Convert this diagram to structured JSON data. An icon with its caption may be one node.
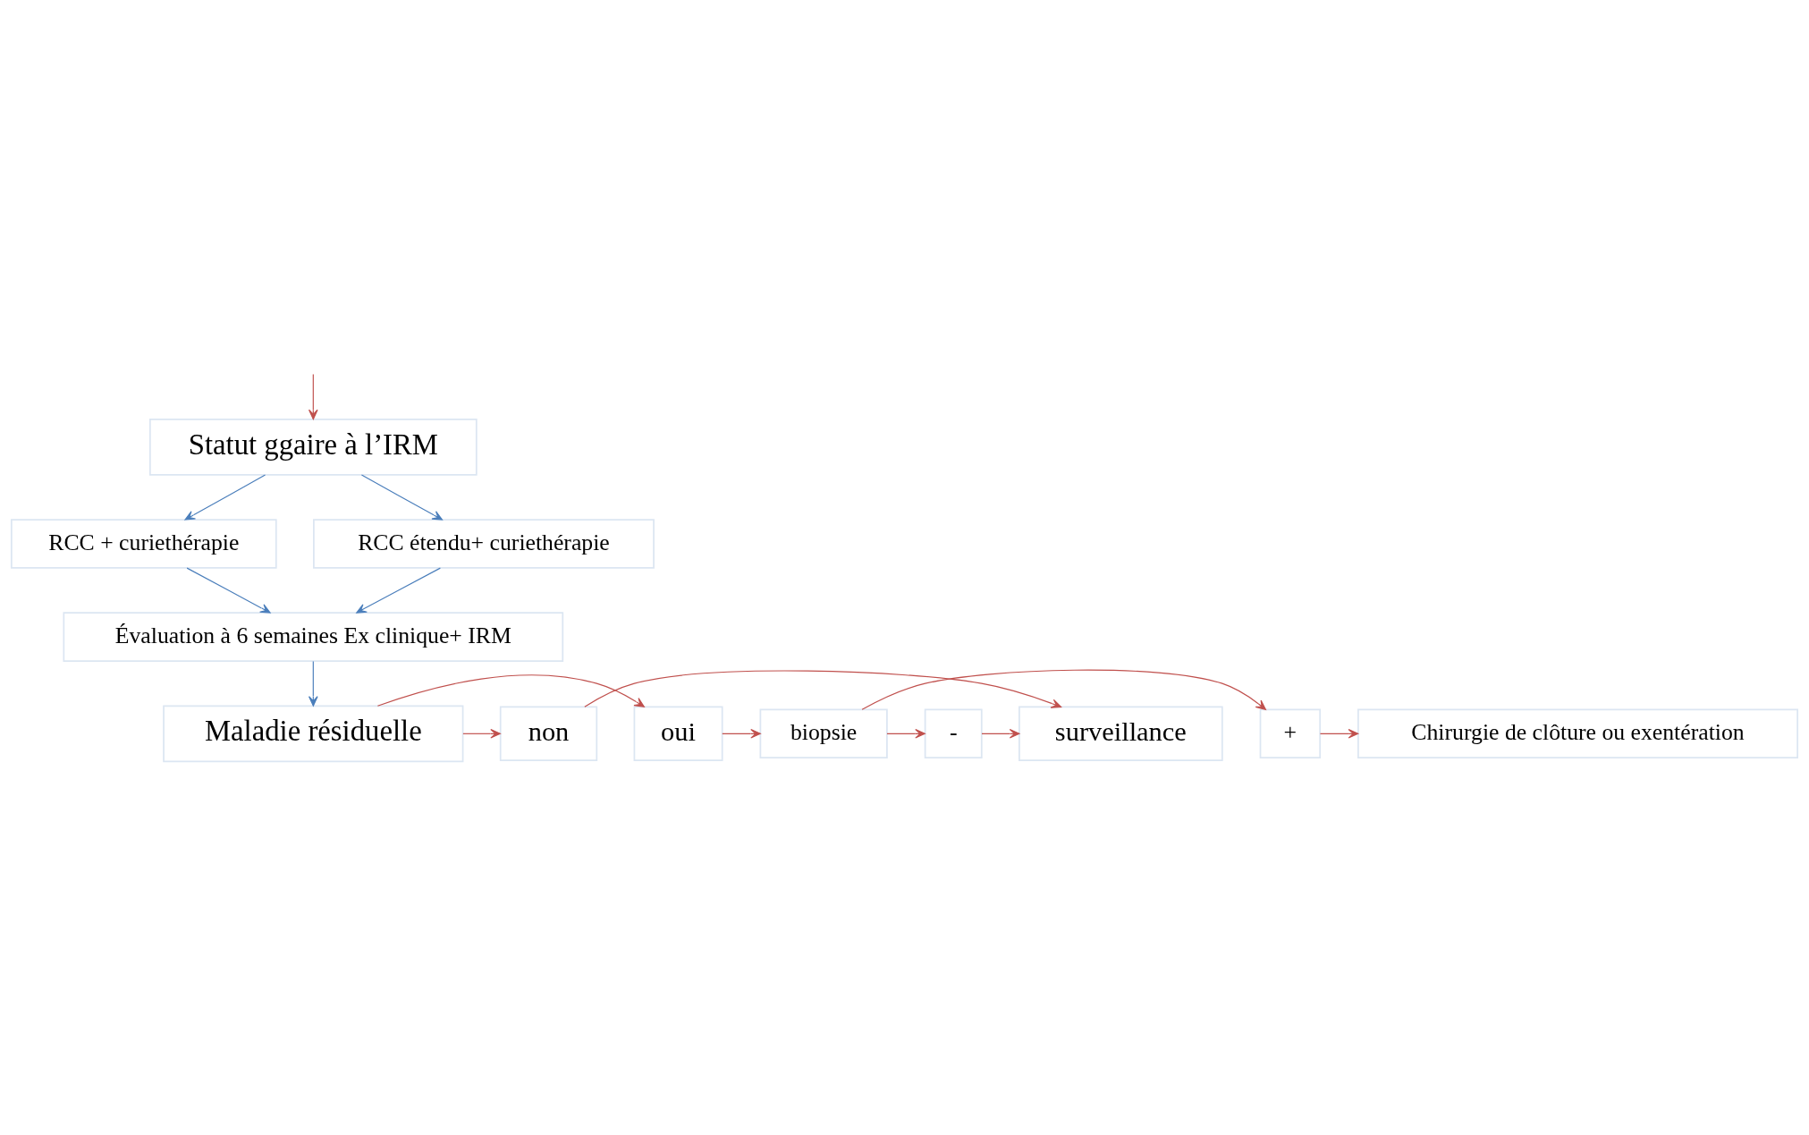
{
  "diagram": {
    "nodes": [
      {
        "text": [
          "Statut ggaire à l’IRM"
        ]
      },
      {
        "text": [
          "RCC + curiethérapie"
        ]
      },
      {
        "text": [
          "RCC étendu+ curiethérapie"
        ]
      },
      {
        "text": [
          "Évaluation à 6 semaines Ex clinique+ IRM"
        ]
      },
      {
        "text": [
          "Maladie résiduelle"
        ]
      },
      {
        "text": [
          "oui"
        ]
      },
      {
        "text": [
          "non"
        ]
      },
      {
        "text": [
          "biopsie"
        ]
      },
      {
        "text": [
          "+"
        ]
      },
      {
        "text": [
          "Chirurgie de clôture ou exentération"
        ]
      },
      {
        "text": [
          "-"
        ]
      },
      {
        "text": [
          "surveillance"
        ]
      }
    ],
    "edges": [
      {
        "from": null,
        "to": 0,
        "arrow": "to"
      },
      {
        "from": 0,
        "to": 1,
        "arrow": "to",
        "color": "#4a7ebb"
      },
      {
        "from": 0,
        "to": 2,
        "arrow": "to",
        "color": "#4a7ebb"
      },
      {
        "from": 1,
        "to": 3,
        "arrow": "to",
        "color": "#4a7ebb"
      },
      {
        "from": 2,
        "to": 3,
        "arrow": "to",
        "color": "#4a7ebb"
      },
      {
        "from": 3,
        "to": 4,
        "arrow": "to",
        "color": "#4a7ebb"
      },
      {
        "from": 4,
        "to": 5,
        "arrow": "to"
      },
      {
        "from": 4,
        "to": 6,
        "arrow": "to"
      },
      {
        "from": 5,
        "to": 7,
        "arrow": "to"
      },
      {
        "from": 7,
        "to": 8,
        "arrow": "to"
      },
      {
        "from": 7,
        "to": 10,
        "arrow": "to"
      },
      {
        "from": 8,
        "to": 9,
        "arrow": "to"
      },
      {
        "from": 10,
        "to": 11,
        "arrow": "to"
      },
      {
        "from": 6,
        "to": 11,
        "arrow": "to"
      }
    ]
  }
}
